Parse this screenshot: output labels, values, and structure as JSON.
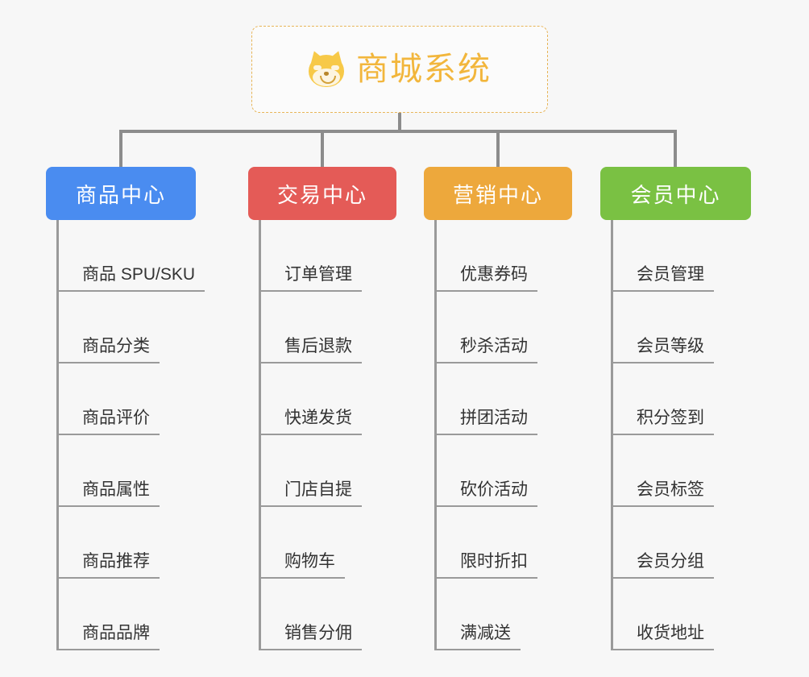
{
  "diagram": {
    "title": "商城系统",
    "background_color": "#f7f7f7",
    "root": {
      "label": "商城系统",
      "icon": "shiba-dog-icon",
      "text_color": "#f2b63c",
      "border_color": "#e8b558"
    },
    "connector_color": "#8c8c8c",
    "branches": [
      {
        "label": "商品中心",
        "color": "#4a8cf0",
        "items": [
          "商品 SPU/SKU",
          "商品分类",
          "商品评价",
          "商品属性",
          "商品推荐",
          "商品品牌"
        ]
      },
      {
        "label": "交易中心",
        "color": "#e45b57",
        "items": [
          "订单管理",
          "售后退款",
          "快递发货",
          "门店自提",
          "购物车",
          "销售分佣"
        ]
      },
      {
        "label": "营销中心",
        "color": "#eda83c",
        "items": [
          "优惠券码",
          "秒杀活动",
          "拼团活动",
          "砍价活动",
          "限时折扣",
          "满减送"
        ]
      },
      {
        "label": "会员中心",
        "color": "#7ac143",
        "items": [
          "会员管理",
          "会员等级",
          "积分签到",
          "会员标签",
          "会员分组",
          "收货地址"
        ]
      }
    ]
  }
}
